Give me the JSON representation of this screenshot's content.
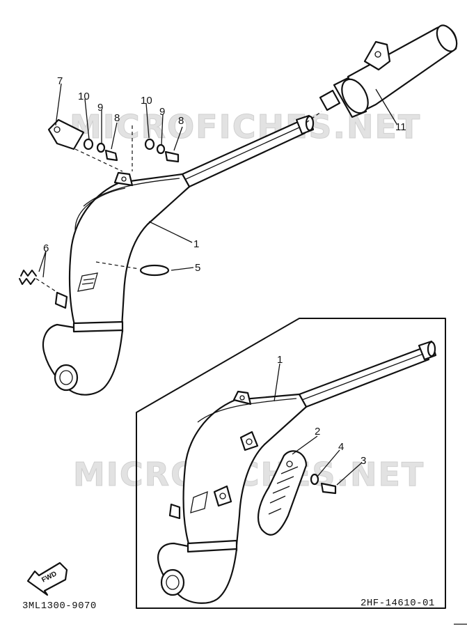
{
  "watermark": "MICROFICHES.NET",
  "callouts": {
    "c1_top": "1",
    "c1_inset": "1",
    "c2": "2",
    "c3": "3",
    "c4": "4",
    "c5": "5",
    "c6": "6",
    "c7": "7",
    "c8_left": "8",
    "c8_right": "8",
    "c9_left": "9",
    "c9_right": "9",
    "c10_left": "10",
    "c10_right": "10",
    "c11": "11"
  },
  "fwd_label": "FWD",
  "diagram_code_left": "3ML1300-9070",
  "diagram_code_right": "2HF-14610-01"
}
